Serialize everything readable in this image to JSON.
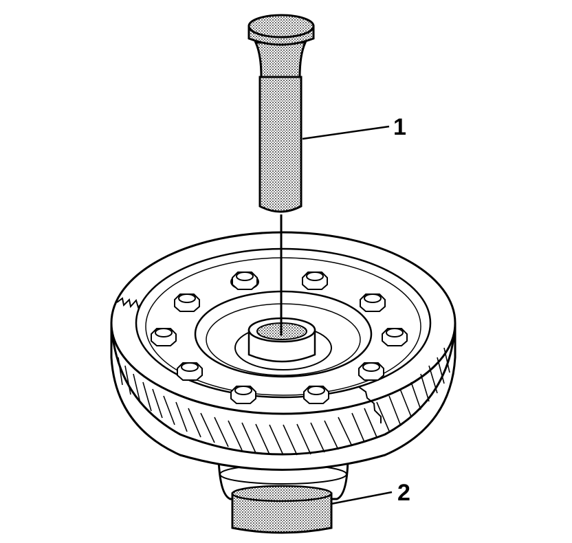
{
  "callouts": [
    {
      "id": "1",
      "label": "1",
      "target": "installer-tool"
    },
    {
      "id": "2",
      "label": "2",
      "target": "bearing"
    }
  ],
  "colors": {
    "line": "#000000",
    "background": "#ffffff",
    "stipple": "#9a9a9a"
  },
  "parts": {
    "installer_tool": "installer-tool",
    "gear": "ring-gear",
    "bolts": "ring-gear-bolts",
    "bearing": "differential-bearing",
    "case": "differential-case"
  }
}
